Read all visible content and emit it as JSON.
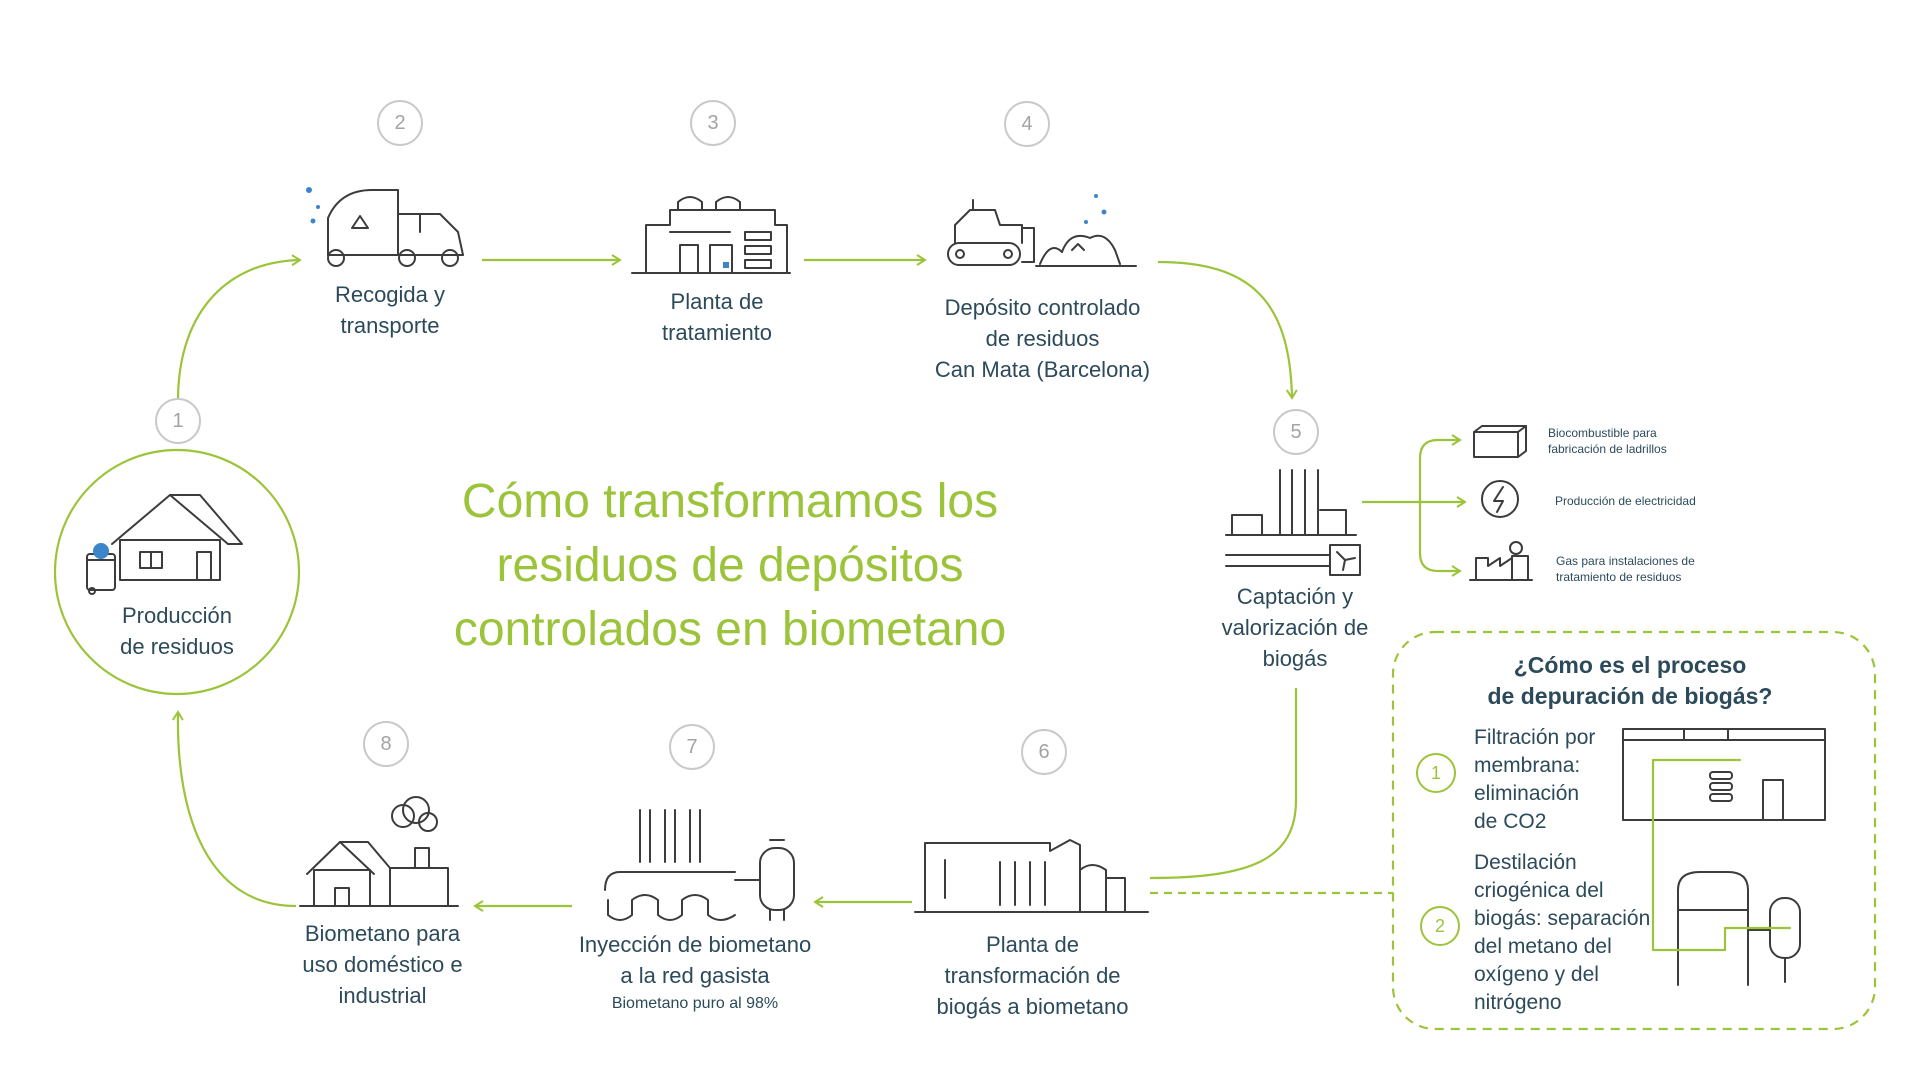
{
  "title": "Cómo transformamos los\nresiduos de depósitos\ncontrolados en biometano",
  "steps": [
    {
      "number": "1",
      "label": "Producción\nde residuos"
    },
    {
      "number": "2",
      "label": "Recogida y\ntransporte"
    },
    {
      "number": "3",
      "label": "Planta de\ntratamiento"
    },
    {
      "number": "4",
      "label": "Depósito controlado\nde residuos\nCan Mata (Barcelona)"
    },
    {
      "number": "5",
      "label": "Captación y\nvalorización de\nbiogás"
    },
    {
      "number": "6",
      "label": "Planta de\ntransformación de\nbiogás a biometano"
    },
    {
      "number": "7",
      "label": "Inyección de biometano\na la red gasista",
      "sublabel": "Biometano puro al 98%"
    },
    {
      "number": "8",
      "label": "Biometano para\nuso doméstico e\nindustrial"
    }
  ],
  "outputs": [
    {
      "label": "Biocombustible para\nfabricación de ladrillos",
      "icon": "bricks-icon"
    },
    {
      "label": "Producción de electricidad",
      "icon": "electricity-icon"
    },
    {
      "label": "Gas para instalaciones de\ntratamiento de residuos",
      "icon": "factory-icon"
    }
  ],
  "panel": {
    "title": "¿Cómo es el proceso\nde depuración de biogás?",
    "steps": [
      {
        "number": "1",
        "label": "Filtración por\nmembrana:\neliminación\nde CO2"
      },
      {
        "number": "2",
        "label": "Destilación\ncriogénica del\nbiogás: separación\ndel metano del\noxígeno y del\nnitrógeno"
      }
    ]
  },
  "colors": {
    "accent": "#9cc43a",
    "text": "#2c4a5a",
    "number_ring": "#c9c9c9",
    "icon_stroke": "#3c3c3c",
    "icon_blue": "#3a86c8"
  }
}
